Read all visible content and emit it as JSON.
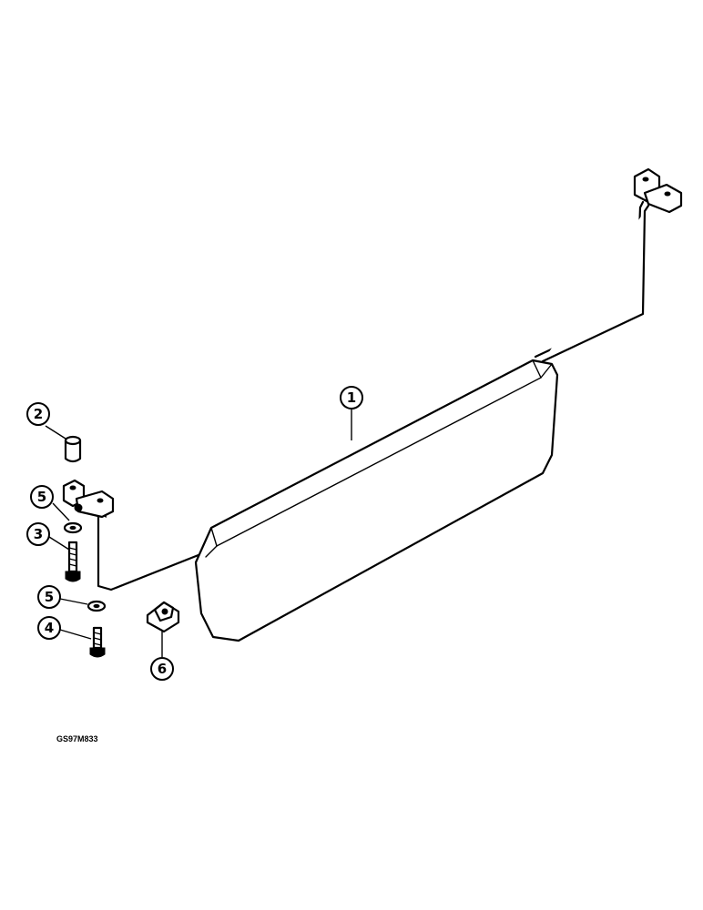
{
  "callouts": {
    "c1": "1",
    "c2": "2",
    "c3": "3",
    "c4": "4",
    "c5a": "5",
    "c5b": "5",
    "c6": "6"
  },
  "ref_code": "GS97M833",
  "colors": {
    "ink": "#000000",
    "paper": "#ffffff"
  }
}
